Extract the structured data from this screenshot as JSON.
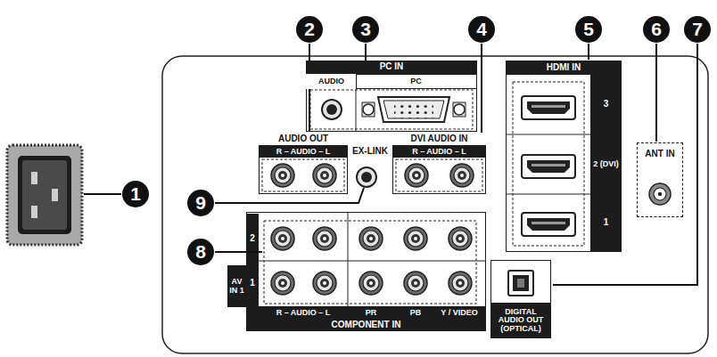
{
  "diagram": {
    "nodes": [
      {
        "text": [
          "PC IN"
        ]
      },
      {
        "text": [
          "AUDIO"
        ],
        "in": 0
      },
      {
        "text": [
          "PC"
        ],
        "in": 0
      },
      {
        "text": [
          "AUDIO OUT",
          "R – AUDIO – L"
        ]
      },
      {
        "text": [
          "DVI AUDIO IN",
          "R – AUDIO – L"
        ]
      },
      {
        "text": [
          "HDMI IN"
        ]
      },
      {
        "text": [
          "3"
        ],
        "in": 5
      },
      {
        "text": [
          "2 (DVI)"
        ],
        "in": 5
      },
      {
        "text": [
          "1"
        ],
        "in": 5
      },
      {
        "text": [
          "ANT IN"
        ]
      },
      {
        "text": [
          "AV IN 1"
        ]
      },
      {
        "text": [
          "COMPONENT IN"
        ]
      },
      {
        "text": [
          "DIGITAL AUDIO OUT (OPTICAL)"
        ]
      }
    ],
    "labels": [
      "2",
      "3",
      "4",
      "5",
      "6",
      "7",
      "1",
      "9",
      "EX-LINK",
      "8",
      "2",
      "1",
      "R – AUDIO – L",
      "PR",
      "PB",
      "Y / VIDEO"
    ]
  }
}
